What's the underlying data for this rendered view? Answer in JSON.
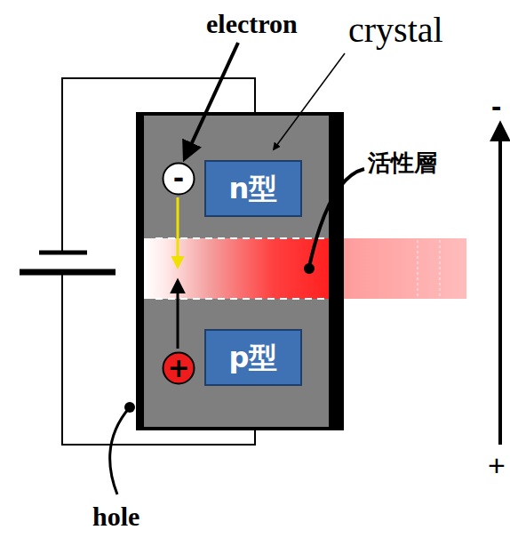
{
  "diagram": {
    "nodes": [
      {
        "text": [
          "-"
        ]
      },
      {
        "text": [
          "n型"
        ]
      },
      {
        "text": [
          "+"
        ]
      },
      {
        "text": [
          "p型"
        ]
      }
    ],
    "labels": [
      "electron",
      "crystal",
      "活性層",
      "-",
      "+",
      "hole"
    ]
  }
}
